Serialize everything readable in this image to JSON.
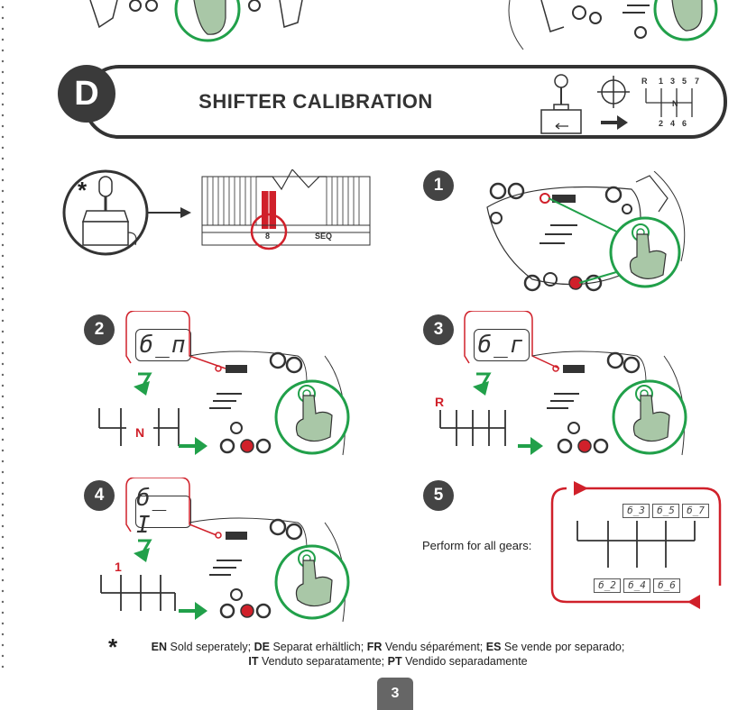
{
  "section": {
    "letter": "D",
    "title": "SHIFTER CALIBRATION"
  },
  "gate_labels": {
    "r": "R",
    "n": "N",
    "g1": "1",
    "g2": "2",
    "g3": "3",
    "g4": "4",
    "g5": "5",
    "g6": "6",
    "g7": "7"
  },
  "switch_labels": {
    "h": "8",
    "seq": "SEQ"
  },
  "steps": {
    "s1": "1",
    "s2": "2",
    "s3": "3",
    "s4": "4",
    "s5": "5"
  },
  "displays": {
    "n": "б_п",
    "r": "б_г",
    "one": "б_ I"
  },
  "step_labels": {
    "n": "N",
    "r": "R",
    "one": "1"
  },
  "gear_displays": {
    "top": [
      "б_3",
      "б_5",
      "б_7"
    ],
    "bottom": [
      "б_2",
      "б_4",
      "б_6"
    ]
  },
  "perform_text": "Perform for all gears:",
  "footnote": {
    "star": "*",
    "line1": [
      {
        "code": "EN",
        "text": " Sold seperately; "
      },
      {
        "code": "DE",
        "text": " Separat erhältlich; "
      },
      {
        "code": "FR",
        "text": " Vendu séparément; "
      },
      {
        "code": "ES",
        "text": " Se vende por separado;"
      }
    ],
    "line2": [
      {
        "code": "IT",
        "text": " Venduto separatamente; "
      },
      {
        "code": "PT",
        "text": " Vendido separadamente"
      }
    ]
  },
  "page_number": "3",
  "colors": {
    "accent_red": "#d0202a",
    "accent_green": "#21a04a",
    "dark": "#333333"
  }
}
